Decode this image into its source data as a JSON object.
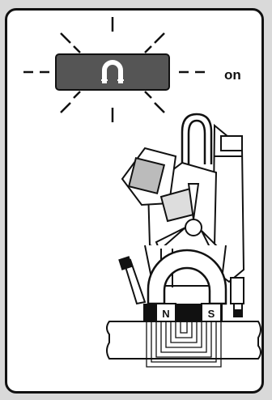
{
  "indicator": {
    "status_text": "on",
    "icon": "magnet-icon"
  },
  "magnet": {
    "north_label": "N",
    "south_label": "S"
  },
  "illustration": {
    "subject": "magnetic-drill-on-steel-plate-icon"
  },
  "colors": {
    "indicator_box": "#555555",
    "magnet": "#ffffff",
    "outline": "#111111",
    "background": "#d9d9d9"
  }
}
